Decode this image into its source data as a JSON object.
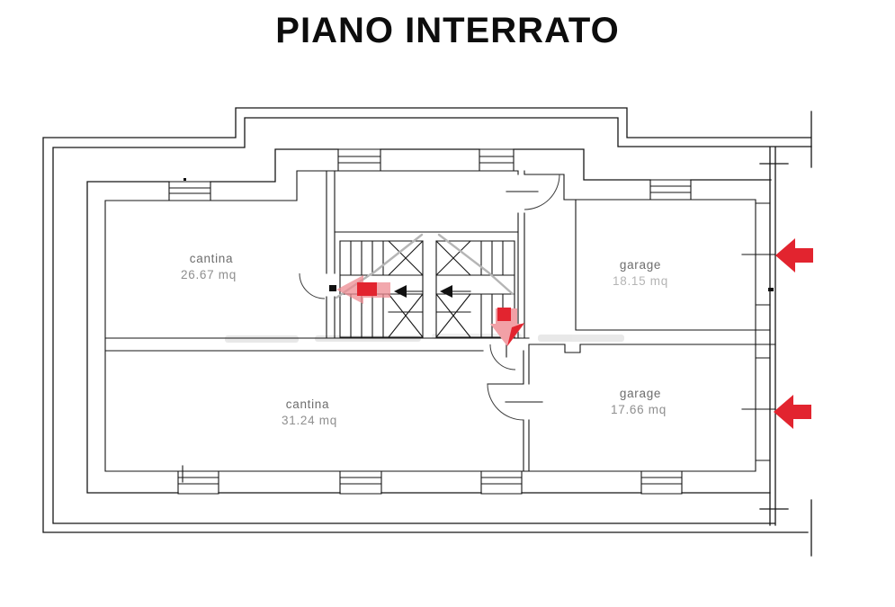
{
  "title": "PIANO INTERRATO",
  "rooms": [
    {
      "name": "cantina",
      "area": "26.67 mq"
    },
    {
      "name": "cantina",
      "area": "31.24 mq"
    },
    {
      "name": "garage",
      "area": "18.15 mq"
    },
    {
      "name": "garage",
      "area": "17.66 mq"
    }
  ],
  "colors": {
    "accent_red": "#e2242f",
    "pink": "#f2a0a6",
    "pink_strong": "#ee8b92"
  }
}
